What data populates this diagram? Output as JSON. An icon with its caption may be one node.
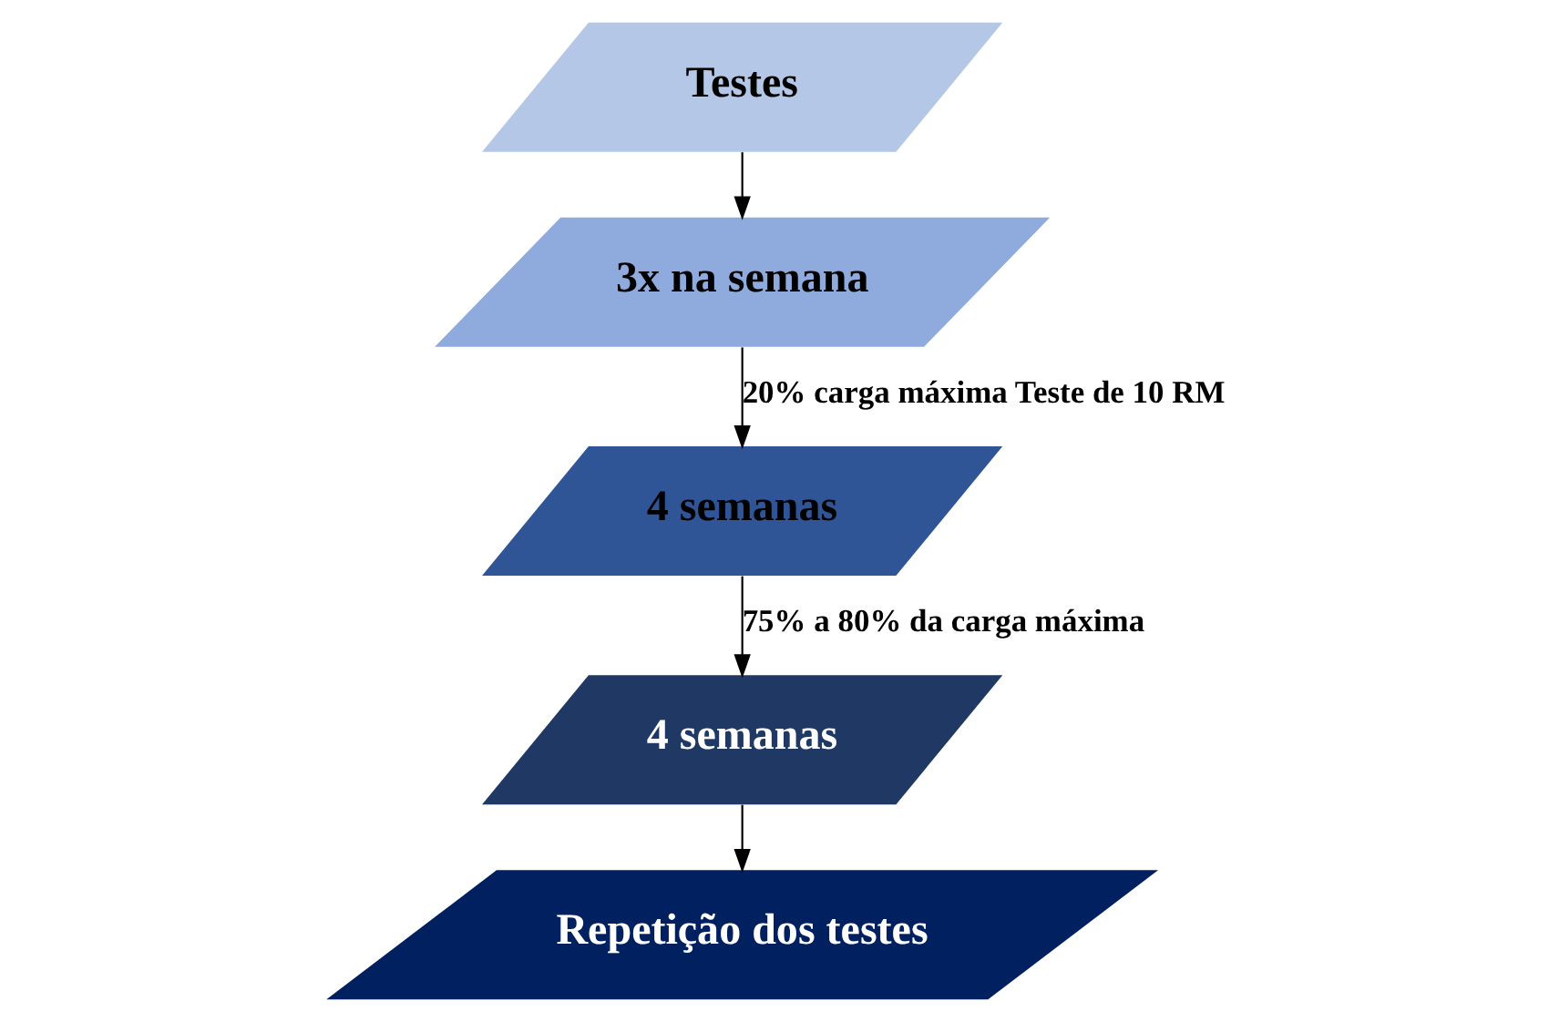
{
  "diagram": {
    "nodes": [
      {
        "text": [
          "Testes"
        ]
      },
      {
        "text": [
          "3x na semana"
        ]
      },
      {
        "text": [
          "4 semanas"
        ]
      },
      {
        "text": [
          "4 semanas"
        ]
      },
      {
        "text": [
          "Repetição dos testes"
        ]
      }
    ],
    "edges": [
      {
        "from": 0,
        "to": 1,
        "arrow": "to"
      },
      {
        "from": 1,
        "to": 2,
        "arrow": "to",
        "label": "20% carga máxima Teste de 10 RM"
      },
      {
        "from": 2,
        "to": 3,
        "arrow": "to",
        "label": "75% a 80% da carga máxima"
      },
      {
        "from": 3,
        "to": 4,
        "arrow": "to"
      }
    ]
  }
}
